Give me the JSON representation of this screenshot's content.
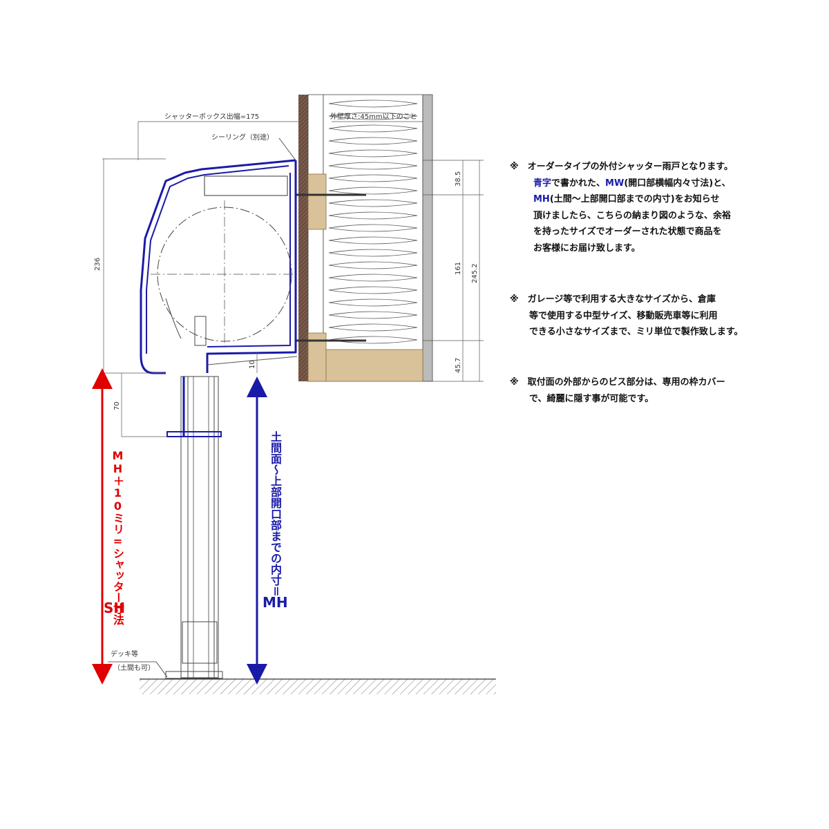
{
  "labels": {
    "box_width": "シャッターボックス出幅=175",
    "wall_thickness": "外壁厚さ:45mm以下のこと",
    "sealing": "シーリング（別途）",
    "deck": "デッキ等",
    "deck_sub": "（土間も可）"
  },
  "dimensions": {
    "d236": "236",
    "d70": "70",
    "d10": "10",
    "d38_5": "38.5",
    "d161": "161",
    "d245_2": "245.2",
    "d45_7": "45.7"
  },
  "vertical_labels": {
    "sh_text": "MH＋10ミリ=シャッター寸法",
    "sh_big": "SH",
    "mh_text": "土間面～上部開口部までの内寸＝",
    "mh_big": "MH"
  },
  "notes": {
    "n1_line1": "※　オーダータイプの外付シャッター雨戸となります。",
    "n1_line2_a": "青字",
    "n1_line2_b": "で書かれた、",
    "n1_line2_c": "MW",
    "n1_line2_d": "(開口部横幅内々寸法)と、",
    "n1_line3_a": "MH",
    "n1_line3_b": "(土間～上部開口部までの内寸)をお知らせ",
    "n1_line4": "頂けましたら、こちらの納まり図のような、余裕",
    "n1_line5": "を持ったサイズでオーダーされた状態で商品を",
    "n1_line6": "お客様にお届け致します。",
    "n2_line1": "※　ガレージ等で利用する大きなサイズから、倉庫",
    "n2_line2": "等で使用する中型サイズ、移動販売車等に利用",
    "n2_line3": "できる小さなサイズまで、ミリ単位で製作致します。",
    "n3_line1": "※　取付面の外部からのビス部分は、専用の枠カバー",
    "n3_line2": "で、綺麗に隠す事が可能です。"
  },
  "colors": {
    "blue": "#1a1aa8",
    "red": "#e00000",
    "wood": "#d9c29a",
    "wall": "#7a5a4a"
  }
}
